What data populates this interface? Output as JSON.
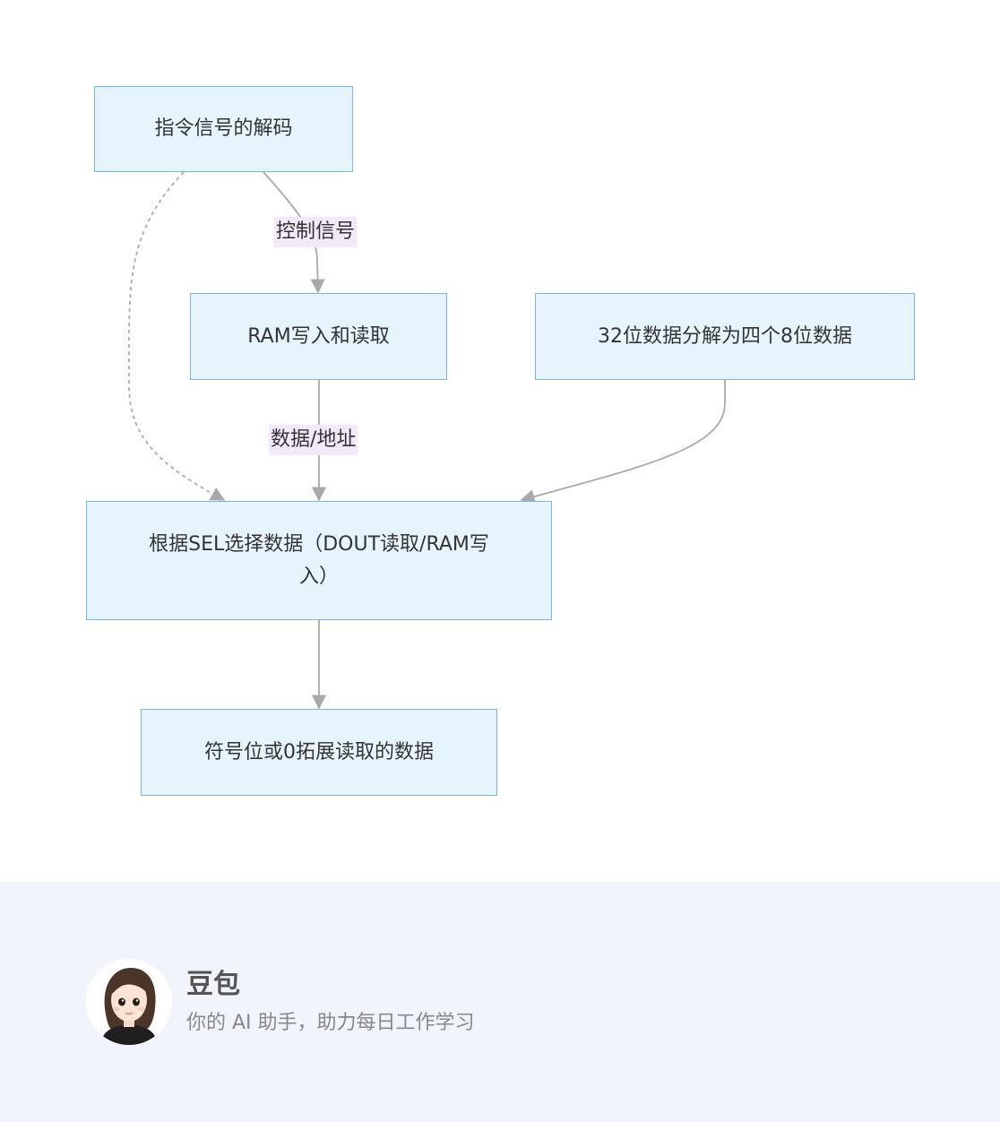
{
  "diagram": {
    "nodes": {
      "decode": "指令信号的解码",
      "ram": "RAM写入和读取",
      "split": "32位数据分解为四个8位数据",
      "select": "根据SEL选择数据（DOUT读取/RAM写入）",
      "extend": "符号位或0拓展读取的数据"
    },
    "edge_labels": {
      "control": "控制信号",
      "data_addr": "数据/地址"
    },
    "colors": {
      "node_fill": "#e6f5fd",
      "node_border": "#7db3ec",
      "edge": "#a9a9a9",
      "edge_label_bg": "#f2e9fb"
    }
  },
  "footer": {
    "name": "豆包",
    "tagline": "你的 AI 助手，助力每日工作学习",
    "avatar_icon": "avatar-girl-icon"
  }
}
